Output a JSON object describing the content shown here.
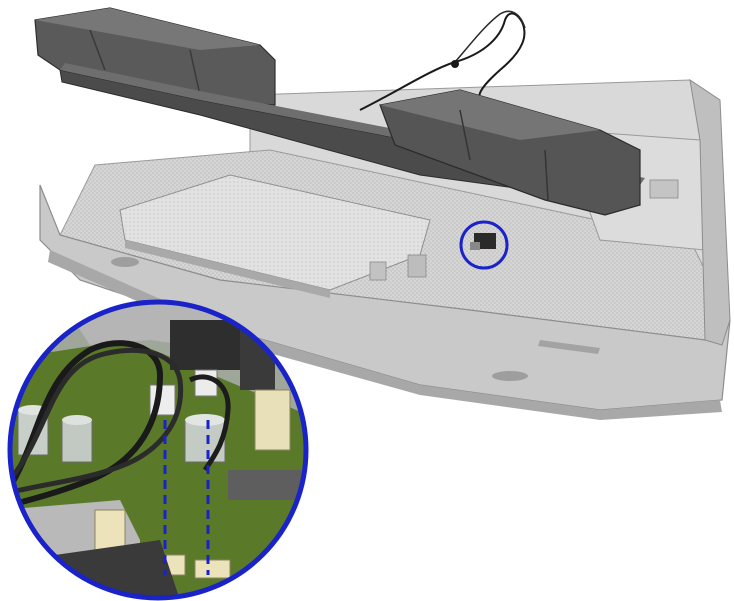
{
  "diagram": {
    "description_visible_text": "",
    "colors": {
      "background": "#ffffff",
      "chassis": "#cfcfcf",
      "chassis_shadow": "#a9a9a9",
      "speaker_bar": "#5a5a5a",
      "speaker_dark": "#3a3a3a",
      "callout_ring": "#1a23c8",
      "pcb_green": "#5a7a2a",
      "cable_black": "#1a1a1a"
    },
    "icons": [
      "speaker-assembly",
      "callout-circle",
      "connector",
      "magnified-detail"
    ]
  }
}
